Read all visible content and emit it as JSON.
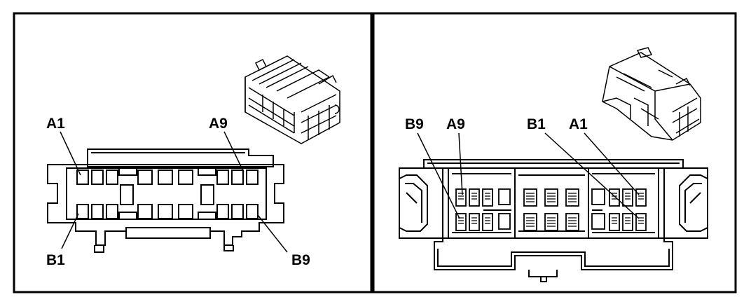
{
  "left_panel": {
    "labels": {
      "a1": "A1",
      "a9": "A9",
      "b1": "B1",
      "b9": "B9"
    }
  },
  "right_panel": {
    "labels": {
      "b9": "B9",
      "a9": "A9",
      "b1": "B1",
      "a1": "A1"
    }
  },
  "colors": {
    "ink": "#000000",
    "paper": "#ffffff"
  }
}
